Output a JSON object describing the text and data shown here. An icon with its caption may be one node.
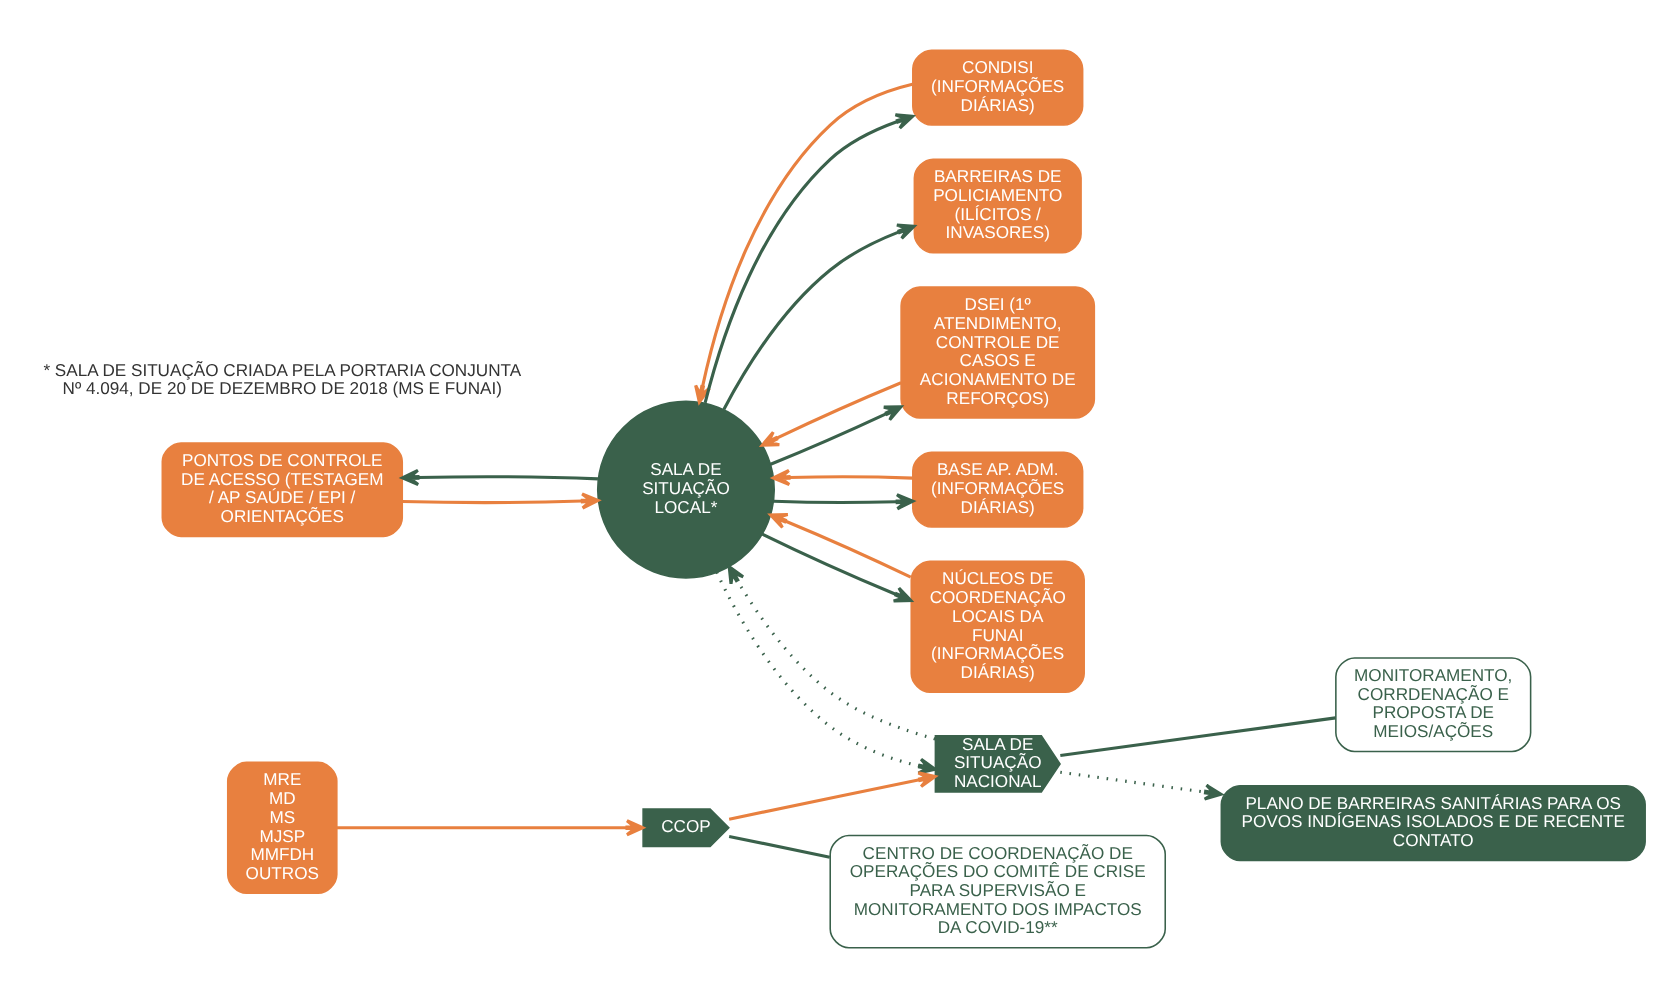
{
  "diagram": {
    "nodes": [
      {
        "text": [
          "PONTOS DE CONTROLE DE ACESSO (TESTAGEM / AP SAÚDE / EPI / ORIENTAÇÕES"
        ]
      },
      {
        "text": [
          "BARREIRAS DE POLICIAMENTO (ILÍCITOS / INVASORES)"
        ]
      },
      {
        "text": [
          "CONDISI (INFORMAÇÕES DIÁRIAS)"
        ]
      },
      {
        "text": [
          "SALA DE SITUAÇÃO LOCAL*"
        ]
      },
      {
        "text": [
          "DSEI (1º ATENDIMENTO, CONTROLE DE CASOS E ACIONAMENTO DE REFORÇOS)"
        ]
      },
      {
        "text": [
          "BASE AP. ADM. (INFORMAÇÕES DIÁRIAS)"
        ]
      },
      {
        "text": [
          "NÚCLEOS DE COORDENAÇÃO LOCAIS DA FUNAI (INFORMAÇÕES DIÁRIAS)"
        ]
      },
      {
        "text": [
          "SALA DE SITUAÇÃO NACIONAL"
        ]
      },
      {
        "text": [
          "CCOP"
        ]
      },
      {
        "text": [
          "MRE",
          "MD",
          "MS",
          "MJSP",
          "MMFDH",
          "OUTROS"
        ]
      },
      {
        "text": [
          "MONITORAMENTO, CORRDENAÇÃO E PROPOSTA DE MEIOS/AÇÕES"
        ]
      },
      {
        "text": [
          "CENTRO DE COORDENAÇÃO DE OPERAÇÕES DO COMITÊ DE CRISE PARA SUPERVISÃO E MONITORAMENTO DOS IMPACTOS DA COVID-19**"
        ]
      },
      {
        "text": [
          "PLANO DE BARREIRAS SANITÁRIAS PARA OS POVOS INDÍGENAS ISOLADOS E DE RECENTE CONTATO"
        ]
      }
    ],
    "edges": [
      {
        "from": 3,
        "to": 0,
        "arrow": "to"
      },
      {
        "from": 0,
        "to": 3,
        "arrow": "to",
        "color": "#e8803f"
      },
      {
        "from": 3,
        "to": 1,
        "arrow": "to"
      },
      {
        "from": 2,
        "to": 3,
        "arrow": "to",
        "color": "#e8803f"
      },
      {
        "from": 3,
        "to": 2,
        "arrow": "to"
      },
      {
        "from": 3,
        "to": 4,
        "arrow": "to"
      },
      {
        "from": 4,
        "to": 3,
        "arrow": "to",
        "color": "#e8803f"
      },
      {
        "from": 3,
        "to": 5,
        "arrow": "to"
      },
      {
        "from": 5,
        "to": 3,
        "arrow": "to",
        "color": "#e8803f"
      },
      {
        "from": 6,
        "to": 3,
        "arrow": "to",
        "color": "#e8803f"
      },
      {
        "from": 3,
        "to": 6,
        "arrow": "to"
      },
      {
        "from": 7,
        "to": 3,
        "arrow": "to",
        "style": "dashed"
      },
      {
        "from": 3,
        "to": 7,
        "arrow": "to",
        "style": "dashed"
      },
      {
        "from": 8,
        "to": 7,
        "arrow": "to",
        "color": "#e8803f"
      },
      {
        "from": 9,
        "to": 8,
        "arrow": "to",
        "color": "#e8803f"
      },
      {
        "from": 7,
        "to": 10,
        "arrow": "none"
      },
      {
        "from": 8,
        "to": 11,
        "arrow": "none"
      },
      {
        "from": 7,
        "to": 12,
        "arrow": "to",
        "style": "dashed"
      }
    ],
    "labels": [
      "* SALA DE SITUAÇÃO CRIADA PELA PORTARIA CONJUNTA Nº 4.094, DE 20 DE DEZEMBRO DE 2018 (MS E FUNAI)"
    ]
  }
}
